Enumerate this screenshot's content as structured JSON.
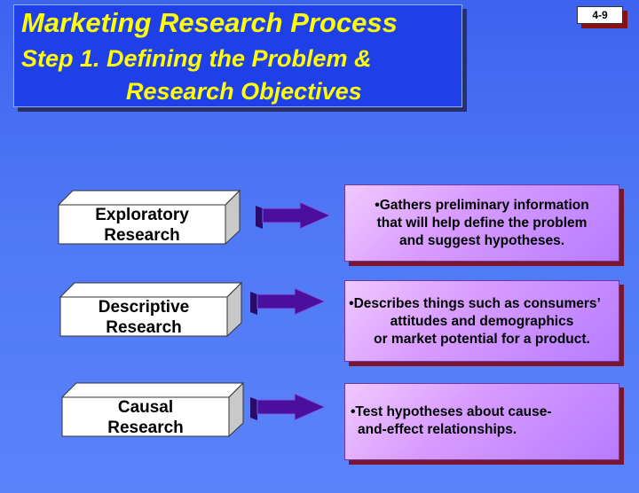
{
  "title": {
    "line1": "Marketing Research Process",
    "line2": "Step 1. Defining the Problem &",
    "line3": "Research Objectives"
  },
  "page_number": "4-9",
  "rows": [
    {
      "label_line1": "Exploratory",
      "label_line2": "Research",
      "desc_lines": [
        "•Gathers preliminary information",
        "that will help define the problem",
        "and suggest hypotheses."
      ]
    },
    {
      "label_line1": "Descriptive",
      "label_line2": "Research",
      "desc_lines": [
        "•Describes things such as consumers’",
        "attitudes and demographics",
        "or market potential for a product."
      ]
    },
    {
      "label_line1": "Causal",
      "label_line2": "Research",
      "desc_lines": [
        "•Test hypotheses about cause-",
        "and-effect relationships."
      ]
    }
  ],
  "colors": {
    "background": "#4a72f4",
    "title_box": "#1f40e8",
    "title_text": "#ffff00",
    "arrow": "#4b0f9e",
    "desc_box": "#d89cff",
    "desc_shadow": "#7a1530"
  }
}
